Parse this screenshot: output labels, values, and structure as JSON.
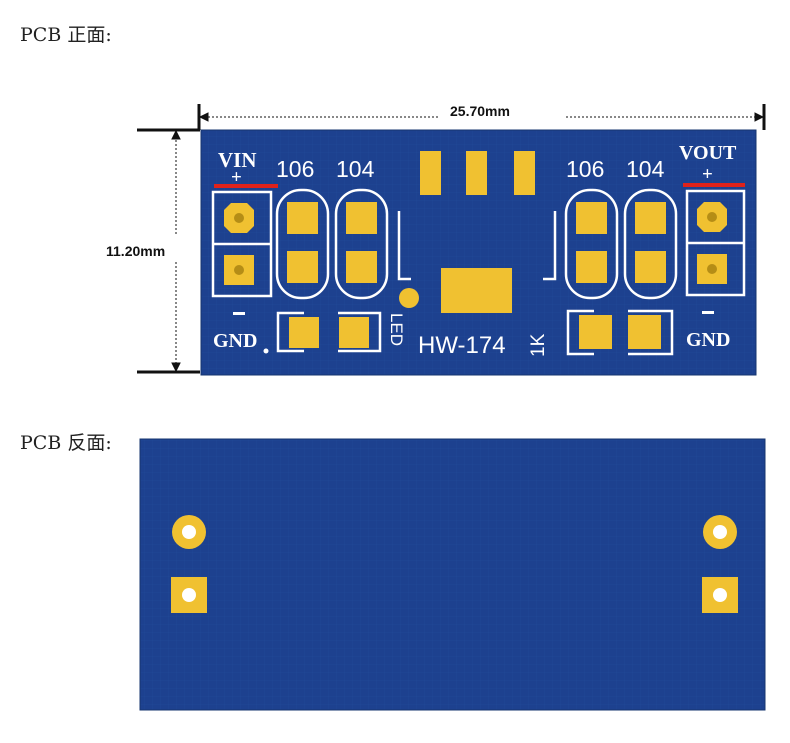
{
  "front": {
    "heading": "PCB 正面:",
    "width_label": "25.70mm",
    "height_label": "11.20mm",
    "silkscreen": {
      "vin": "VIN",
      "vin_plus": "+",
      "vout": "VOUT",
      "vout_plus": "+",
      "cap_left_1": "106",
      "cap_left_2": "104",
      "cap_right_1": "106",
      "cap_right_2": "104",
      "gnd_left": "GND",
      "gnd_right": "GND",
      "led": "LED",
      "resistor": "1K",
      "model": "HW-174"
    }
  },
  "back": {
    "heading": "PCB 反面:"
  },
  "colors": {
    "board": "#1c3f8c",
    "pad": "#f0c131",
    "silk": "#ffffff",
    "marker": "#e0221b"
  }
}
